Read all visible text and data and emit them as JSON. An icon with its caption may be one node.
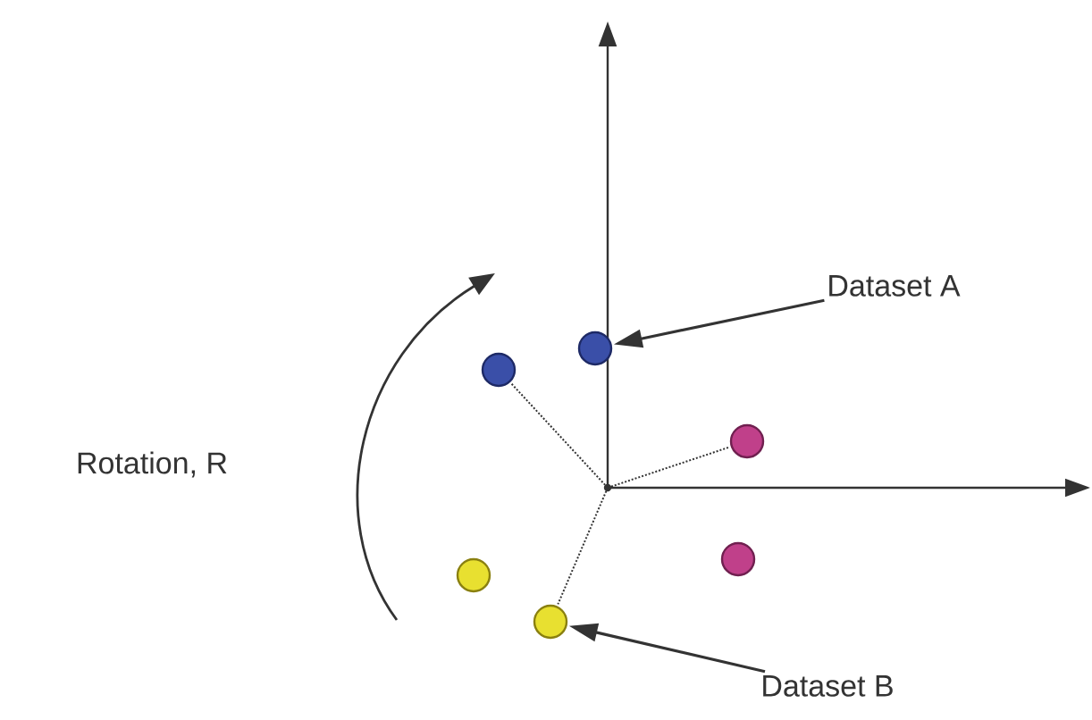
{
  "diagram": {
    "nodes": [
      {
        "text": [
          "Dataset A"
        ]
      },
      {
        "text": [
          "Dataset B"
        ]
      },
      {
        "text": [],
        "shape": "circle"
      },
      {
        "text": [],
        "shape": "circle"
      },
      {
        "text": [],
        "shape": "circle"
      },
      {
        "text": [],
        "shape": "circle"
      },
      {
        "text": [],
        "shape": "point"
      },
      {
        "text": [],
        "shape": "circle"
      },
      {
        "text": [],
        "shape": "circle"
      }
    ],
    "edges": [
      {
        "from": 0,
        "to": 5,
        "arrow": "to"
      },
      {
        "from": 1,
        "to": 4,
        "arrow": "to"
      },
      {
        "from": 6,
        "to": 3,
        "arrow": "none",
        "style": "dashed"
      },
      {
        "from": 6,
        "to": 8,
        "arrow": "none",
        "style": "dashed"
      },
      {
        "from": 6,
        "to": 4,
        "arrow": "none",
        "style": "dashed"
      }
    ],
    "labels": [
      "Rotation, R"
    ]
  }
}
